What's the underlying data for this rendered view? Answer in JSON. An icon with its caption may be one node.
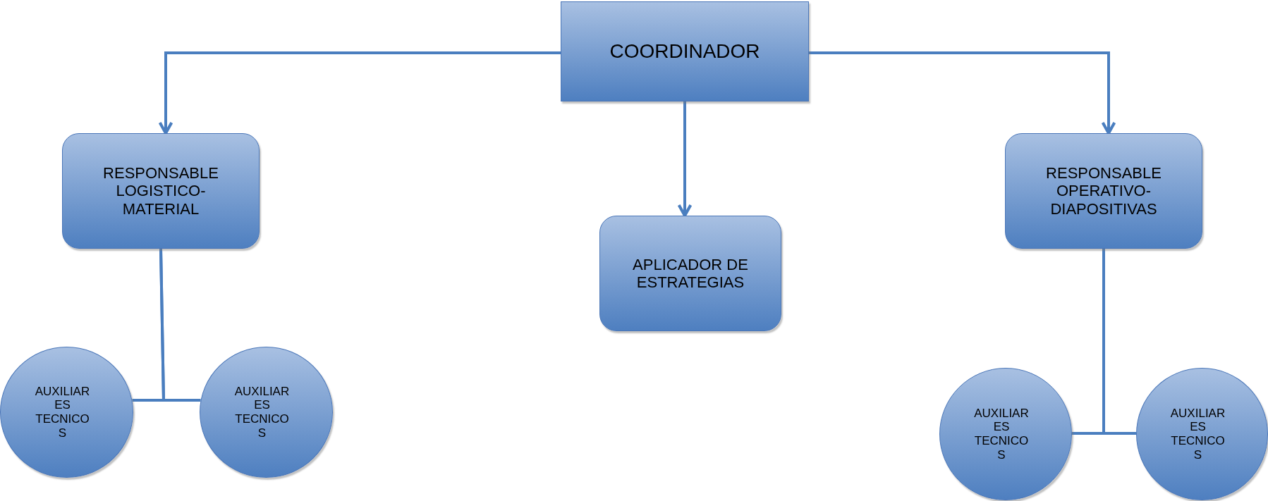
{
  "diagram": {
    "nodes": [
      {
        "text": [
          "COORDINADOR"
        ]
      },
      {
        "text": [
          "RESPONSABLE LOGISTICO-MATERIAL"
        ]
      },
      {
        "text": [
          "APLICADOR DE ESTRATEGIAS"
        ]
      },
      {
        "text": [
          "RESPONSABLE OPERATIVO-DIAPOSITIVAS"
        ]
      },
      {
        "text": [
          "AUXILIAR ES TECNICO S"
        ]
      },
      {
        "text": [
          "AUXILIAR ES TECNICO S"
        ]
      },
      {
        "text": [
          "AUXILIAR ES TECNICO S"
        ]
      },
      {
        "text": [
          "AUXILIAR ES TECNICO S"
        ]
      }
    ],
    "edges": [
      {
        "from": 0,
        "to": 1,
        "arrow": "to"
      },
      {
        "from": 0,
        "to": 2,
        "arrow": "to"
      },
      {
        "from": 0,
        "to": 3,
        "arrow": "to"
      },
      {
        "from": 1,
        "to": 4,
        "arrow": "none"
      },
      {
        "from": 1,
        "to": 5,
        "arrow": "none"
      },
      {
        "from": 3,
        "to": 6,
        "arrow": "none"
      },
      {
        "from": 3,
        "to": 7,
        "arrow": "none"
      }
    ]
  }
}
